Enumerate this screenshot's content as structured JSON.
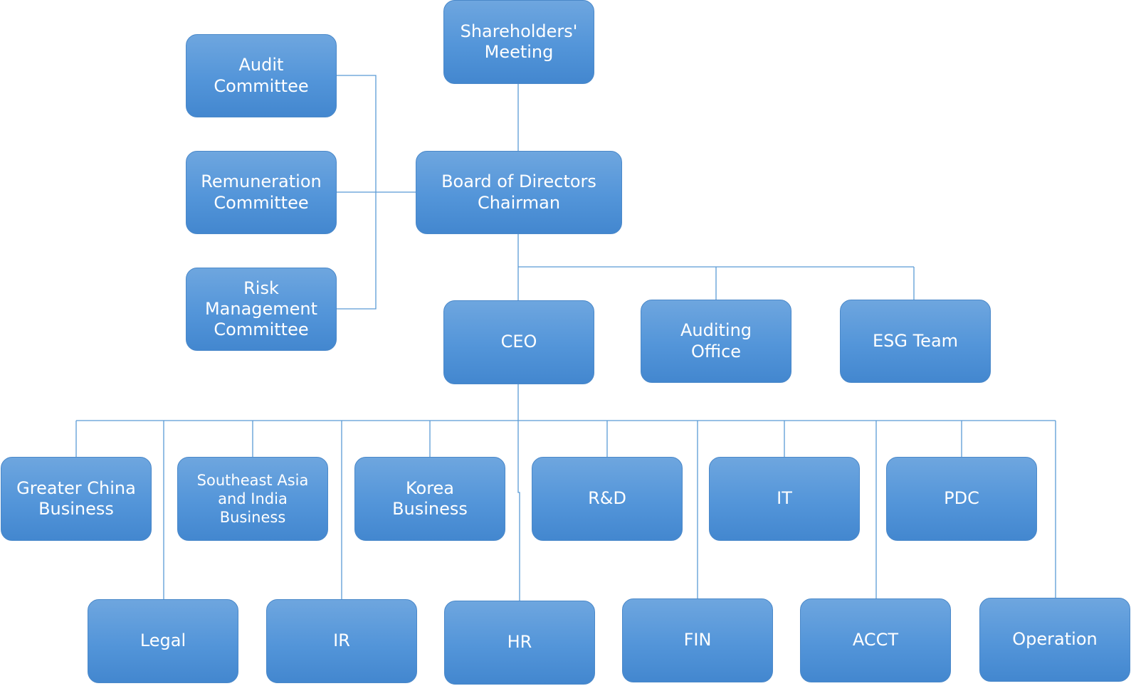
{
  "colors": {
    "node_fill": "#5395d9",
    "node_border": "#4a88c9",
    "connector": "#5b9bd5",
    "text": "#ffffff"
  },
  "nodes": {
    "shareholders": "Shareholders'\nMeeting",
    "audit_committee": "Audit\nCommittee",
    "remuneration_committee": "Remuneration\nCommittee",
    "risk_committee": "Risk\nManagement\nCommittee",
    "board": "Board of Directors\nChairman",
    "ceo": "CEO",
    "auditing_office": "Auditing\nOffice",
    "esg_team": "ESG Team",
    "greater_china": "Greater China\nBusiness",
    "southeast_asia": "Southeast Asia\nand India\nBusiness",
    "korea": "Korea\nBusiness",
    "rd": "R&D",
    "it": "IT",
    "pdc": "PDC",
    "legal": "Legal",
    "ir": "IR",
    "hr": "HR",
    "fin": "FIN",
    "acct": "ACCT",
    "operation": "Operation"
  }
}
